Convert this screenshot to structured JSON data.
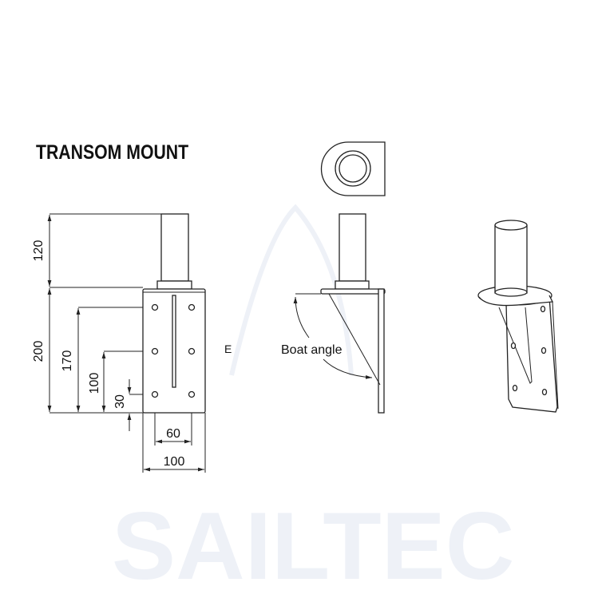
{
  "title": "TRANSOM MOUNT",
  "watermark": "SAILTEC",
  "front_view": {
    "dimensions": {
      "tube_height": "120",
      "plate_height": "200",
      "top_hole_height": "170",
      "middle_hole_height": "100",
      "bottom_hole_height": "30",
      "hole_spacing": "60",
      "plate_width": "100"
    }
  },
  "side_view": {
    "label": "Boat angle",
    "fragment": "E"
  }
}
